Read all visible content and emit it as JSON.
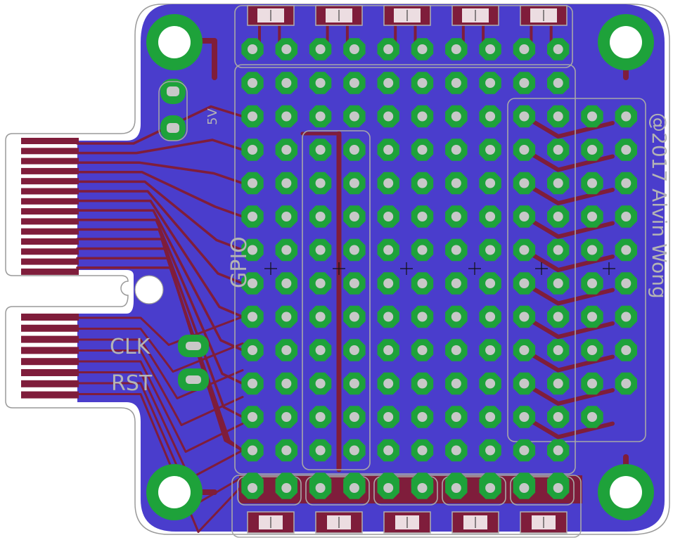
{
  "board": {
    "silk_labels": {
      "five_volt": "5V",
      "gpio": "GPIO",
      "clk": "CLK",
      "rst": "RST",
      "credit": "@2017 Alvin Wong"
    },
    "colors": {
      "background": "#ffffff",
      "board_fill": "#4a3dcc",
      "copper_top": "#7f1d3b",
      "pad_ring": "#1ea23a",
      "drill": "#c8c8c8",
      "silkscreen": "#a8a8a8"
    },
    "grid": {
      "columns": 10,
      "rows": 13
    },
    "mounting_holes": 4,
    "edge_connector_upper_fingers": 14,
    "edge_connector_lower_fingers": 8,
    "top_leds": 5,
    "bottom_leds": 5
  }
}
